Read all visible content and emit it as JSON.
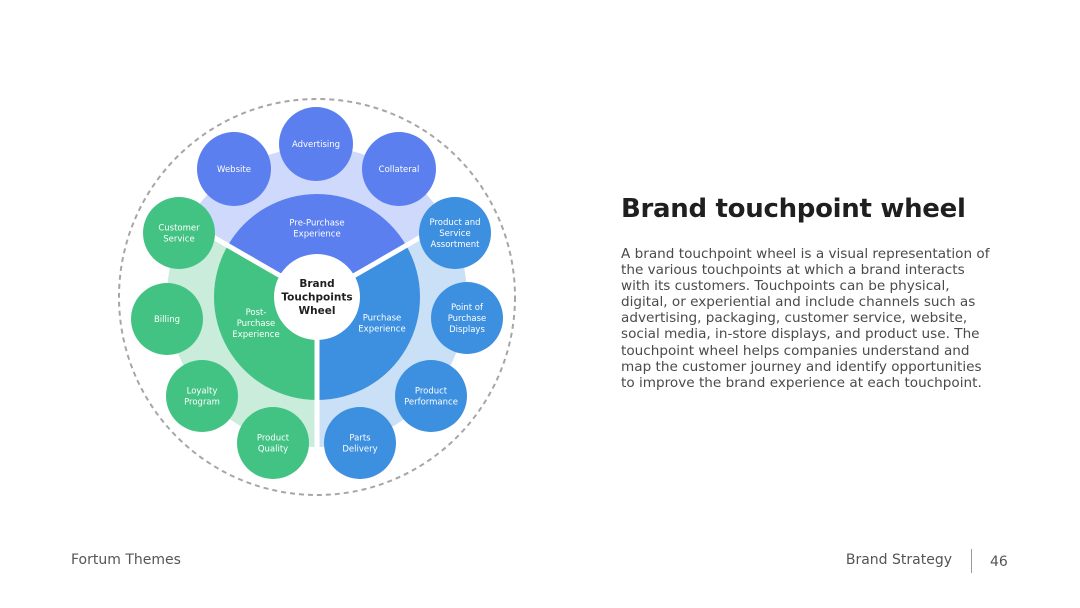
{
  "diagram": {
    "center_label": [
      "Brand",
      "Touchpoints",
      "Wheel"
    ],
    "colors": {
      "pre": "#5b7fef",
      "pre_light": "#cfd9fb",
      "purchase": "#3d8fdf",
      "purchase_light": "#c9e0f6",
      "post": "#42c383",
      "post_light": "#c9ecdb",
      "center": "#ffffff",
      "dash": "#a6a6a6"
    },
    "sectors": [
      {
        "key": "pre",
        "label": [
          "Pre-Purchase",
          "Experience"
        ]
      },
      {
        "key": "purchase",
        "label": [
          "Purchase",
          "Experience"
        ]
      },
      {
        "key": "post",
        "label": [
          "Post-",
          "Purchase",
          "Experience"
        ]
      }
    ],
    "touchpoints": [
      {
        "label": [
          "Advertising"
        ],
        "group": "pre"
      },
      {
        "label": [
          "Website"
        ],
        "group": "pre"
      },
      {
        "label": [
          "Collateral"
        ],
        "group": "pre"
      },
      {
        "label": [
          "Product and",
          "Service",
          "Assortment"
        ],
        "group": "purchase"
      },
      {
        "label": [
          "Point of",
          "Purchase",
          "Displays"
        ],
        "group": "purchase"
      },
      {
        "label": [
          "Product",
          "Performance"
        ],
        "group": "purchase"
      },
      {
        "label": [
          "Parts",
          "Delivery"
        ],
        "group": "purchase"
      },
      {
        "label": [
          "Product",
          "Quality"
        ],
        "group": "post"
      },
      {
        "label": [
          "Loyalty",
          "Program"
        ],
        "group": "post"
      },
      {
        "label": [
          "Billing"
        ],
        "group": "post"
      },
      {
        "label": [
          "Customer",
          "Service"
        ],
        "group": "post"
      }
    ]
  },
  "content": {
    "title": "Brand touchpoint wheel",
    "body": "A brand touchpoint wheel is a visual representation of the various touchpoints at which a brand interacts with its customers. Touchpoints can be physical, digital, or experiential and include channels such as advertising, packaging, customer service, website, social media, in-store displays, and product use. The touchpoint wheel helps companies understand and map the customer journey and identify opportunities to improve the brand experience at each touchpoint."
  },
  "footer": {
    "left": "Fortum Themes",
    "right": "Brand Strategy",
    "page_number": "46"
  }
}
